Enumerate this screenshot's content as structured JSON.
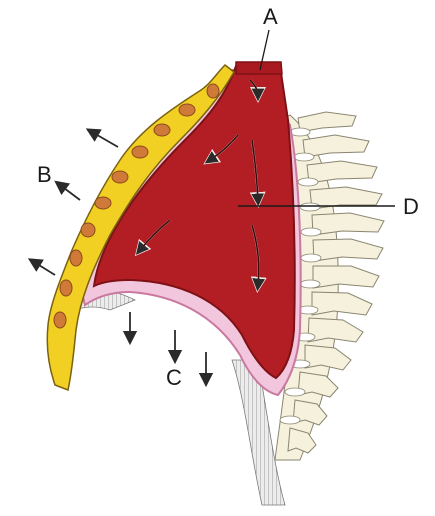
{
  "labels": {
    "a": "A",
    "b": "B",
    "c": "C",
    "d": "D"
  },
  "colors": {
    "lung": "#b21e24",
    "lung_dark": "#7e1116",
    "pleura": "#f2c6dc",
    "pleura_edge": "#c9799f",
    "ribs": "#f2d023",
    "rib_spots": "#d07a3a",
    "spine": "#f6f1dc",
    "spine_edge": "#8a8570",
    "muscle": "#e9e9e9"
  }
}
